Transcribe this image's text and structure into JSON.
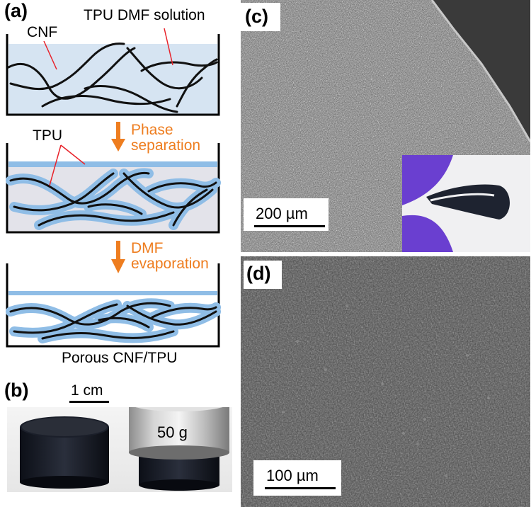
{
  "panel_a": {
    "label": "(a)",
    "cnf_label": "CNF",
    "solution_label": "TPU DMF solution",
    "tpu_label": "TPU",
    "step1_line1": "Phase",
    "step1_line2": "separation",
    "step2_line1": "DMF",
    "step2_line2": "evaporation",
    "result_label": "Porous CNF/TPU"
  },
  "panel_b": {
    "label": "(b)",
    "scale_label": "1 cm",
    "weight_label": "50 g"
  },
  "panel_c": {
    "label": "(c)",
    "scale_label": "200 µm"
  },
  "panel_d": {
    "label": "(d)",
    "scale_label": "100 µm"
  },
  "colors": {
    "arrow_orange": "#ee7d1f",
    "solution_blue": "#d6e4f2",
    "tpu_blue": "#8fbde6",
    "fiber": "#111111",
    "leader_red": "#e8222a",
    "glove_purple": "#6a3fd0"
  }
}
